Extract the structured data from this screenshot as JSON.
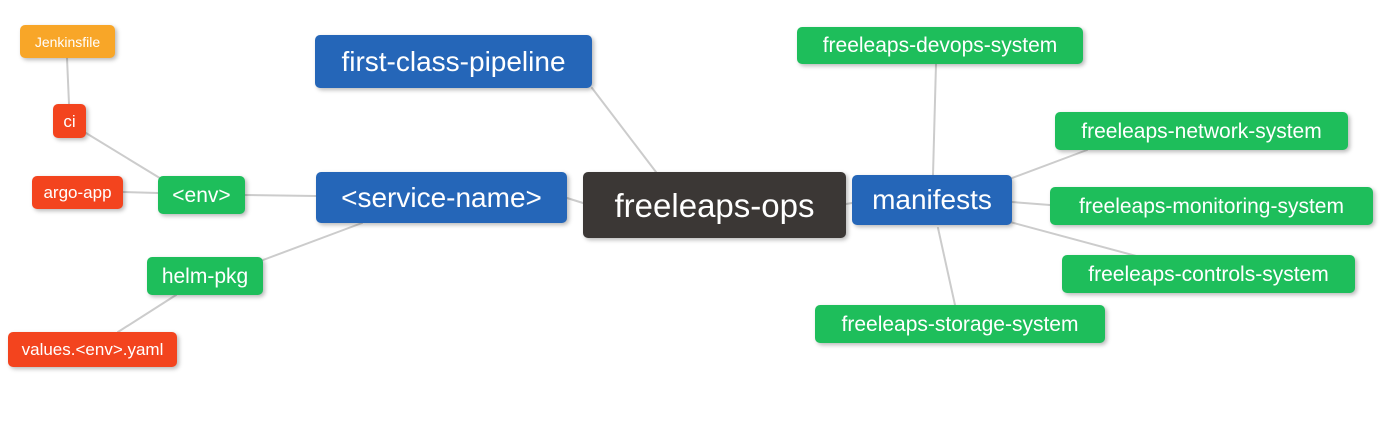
{
  "diagram": {
    "type": "mindmap",
    "root": "freeleaps-ops",
    "background": "#ffffff",
    "edge_color": "#cccccc",
    "text_color": "#ffffff",
    "palette": {
      "root_dark": "#3B3735",
      "level1_blue": "#2566B8",
      "level2_green": "#1EBE5B",
      "level3_red": "#F3441E",
      "level4_amber": "#F8A628"
    }
  },
  "nodes": {
    "freeleaps_ops": {
      "label": "freeleaps-ops",
      "color": "#3B3735"
    },
    "first_class_pipeline": {
      "label": "first-class-pipeline",
      "color": "#2566B8"
    },
    "service_name": {
      "label": "<service-name>",
      "color": "#2566B8"
    },
    "manifests": {
      "label": "manifests",
      "color": "#2566B8"
    },
    "env": {
      "label": "<env>",
      "color": "#1EBE5B"
    },
    "helm_pkg": {
      "label": "helm-pkg",
      "color": "#1EBE5B"
    },
    "ci": {
      "label": "ci",
      "color": "#F3441E"
    },
    "argo_app": {
      "label": "argo-app",
      "color": "#F3441E"
    },
    "values_env_yaml": {
      "label": "values.<env>.yaml",
      "color": "#F3441E"
    },
    "jenkinsfile": {
      "label": "Jenkinsfile",
      "color": "#F8A628"
    },
    "devops_system": {
      "label": "freeleaps-devops-system",
      "color": "#1EBE5B"
    },
    "network_system": {
      "label": "freeleaps-network-system",
      "color": "#1EBE5B"
    },
    "monitoring_system": {
      "label": "freeleaps-monitoring-system",
      "color": "#1EBE5B"
    },
    "controls_system": {
      "label": "freeleaps-controls-system",
      "color": "#1EBE5B"
    },
    "storage_system": {
      "label": "freeleaps-storage-system",
      "color": "#1EBE5B"
    }
  },
  "edges": [
    {
      "from": "ci",
      "to": "jenkinsfile"
    },
    {
      "from": "env",
      "to": "ci"
    },
    {
      "from": "env",
      "to": "argo_app"
    },
    {
      "from": "service_name",
      "to": "env"
    },
    {
      "from": "service_name",
      "to": "helm_pkg"
    },
    {
      "from": "helm_pkg",
      "to": "values_env_yaml"
    },
    {
      "from": "freeleaps_ops",
      "to": "first_class_pipeline"
    },
    {
      "from": "freeleaps_ops",
      "to": "service_name"
    },
    {
      "from": "freeleaps_ops",
      "to": "manifests"
    },
    {
      "from": "manifests",
      "to": "devops_system"
    },
    {
      "from": "manifests",
      "to": "network_system"
    },
    {
      "from": "manifests",
      "to": "monitoring_system"
    },
    {
      "from": "manifests",
      "to": "controls_system"
    },
    {
      "from": "manifests",
      "to": "storage_system"
    }
  ]
}
